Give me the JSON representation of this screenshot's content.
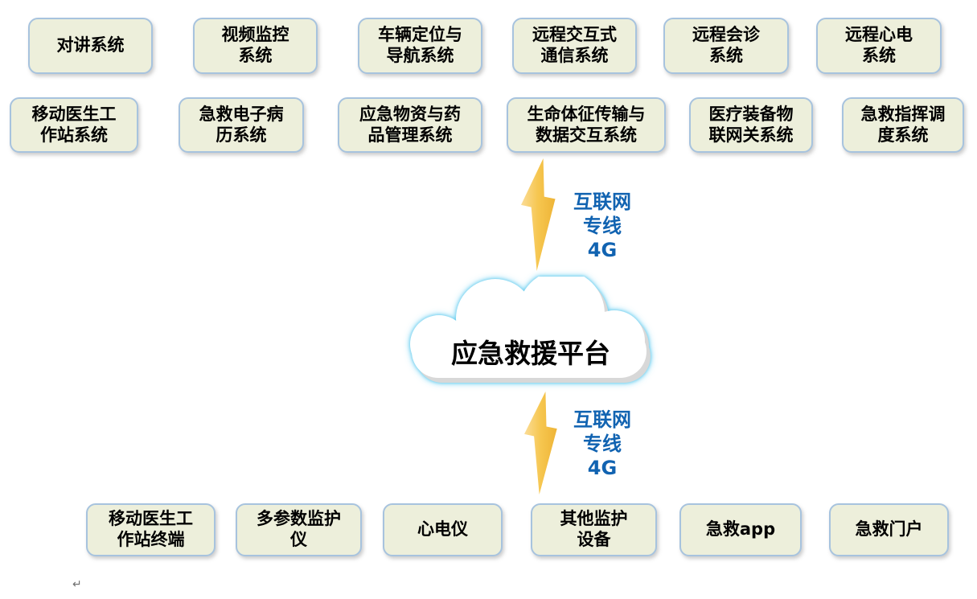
{
  "diagram": {
    "cloud": {
      "label": "应急救援平台"
    },
    "links": {
      "top": {
        "label": "互联网\n专线\n4G"
      },
      "bottom": {
        "label": "互联网\n专线\n4G"
      }
    },
    "rows": {
      "row1": [
        {
          "label": "对讲系统"
        },
        {
          "label": "视频监控\n系统"
        },
        {
          "label": "车辆定位与\n导航系统"
        },
        {
          "label": "远程交互式\n通信系统"
        },
        {
          "label": "远程会诊\n系统"
        },
        {
          "label": "远程心电\n系统"
        }
      ],
      "row2": [
        {
          "label": "移动医生工\n作站系统"
        },
        {
          "label": "急救电子病\n历系统"
        },
        {
          "label": "应急物资与药\n品管理系统"
        },
        {
          "label": "生命体征传输与\n数据交互系统"
        },
        {
          "label": "医疗装备物\n联网关系统"
        },
        {
          "label": "急救指挥调\n度系统"
        }
      ],
      "row3": [
        {
          "label": "移动医生工\n作站终端"
        },
        {
          "label": "多参数监护\n仪"
        },
        {
          "label": "心电仪"
        },
        {
          "label": "其他监护\n设备"
        },
        {
          "label": "急救app"
        },
        {
          "label": "急救门户"
        }
      ]
    },
    "paragraph_mark": "↵",
    "colors": {
      "box_fill": "#edefdb",
      "box_border": "#a7c3de",
      "link_text_blue": "#1163b1",
      "bolt_gold": "#f2bb3d",
      "cloud_glow_cyan": "#5fc9ec",
      "cloud_fill": "#ffffff"
    }
  }
}
